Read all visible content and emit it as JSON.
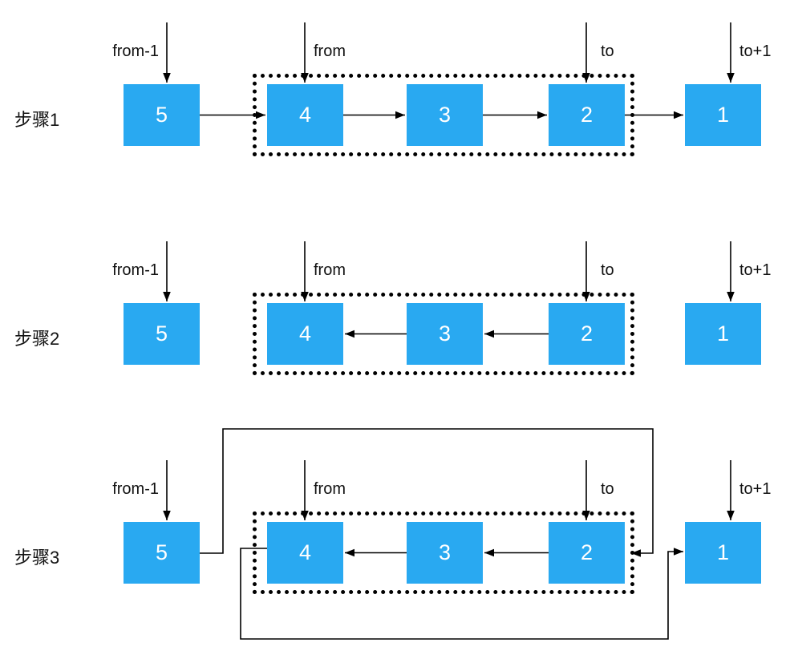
{
  "diagram": {
    "title": "linked-list sublist reversal steps",
    "colors": {
      "node_fill": "#29a9f1",
      "node_text": "#ffffff",
      "line": "#000000",
      "background": "#ffffff"
    },
    "pointers": [
      "from-1",
      "from",
      "to",
      "to+1"
    ],
    "sublist_nodes": [
      "4",
      "3",
      "2"
    ],
    "steps": [
      {
        "label": "步骤1",
        "nodes": [
          "5",
          "4",
          "3",
          "2",
          "1"
        ],
        "edges": [
          "5→4",
          "4→3",
          "3→2",
          "2→1"
        ]
      },
      {
        "label": "步骤2",
        "nodes": [
          "5",
          "4",
          "3",
          "2",
          "1"
        ],
        "edges": [
          "2→3",
          "3→4"
        ]
      },
      {
        "label": "步骤3",
        "nodes": [
          "5",
          "4",
          "3",
          "2",
          "1"
        ],
        "edges": [
          "2→3",
          "3→4",
          "5→2 (routed over top)",
          "4→1 (routed under bottom)"
        ]
      }
    ]
  }
}
